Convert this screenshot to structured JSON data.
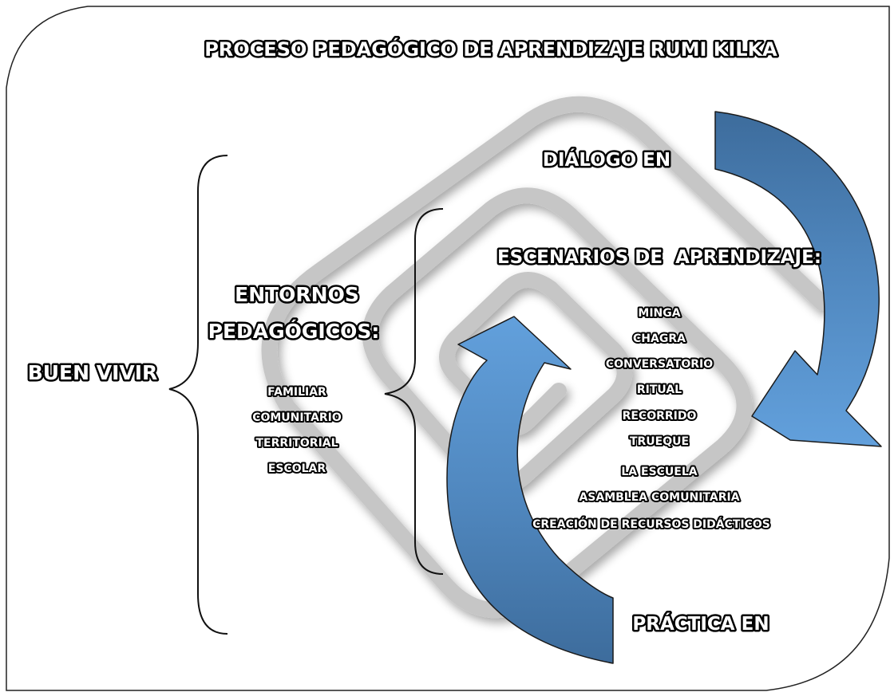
{
  "title": "PROCESO PEDAGÓGICO DE APRENDIZAJE RUMI KILKA",
  "buen_vivir": "BUEN VIVIR",
  "entornos": {
    "heading_line1": "ENTORNOS",
    "heading_line2": "PEDAGÓGICOS:",
    "items": [
      "FAMILIAR",
      "COMUNITARIO",
      "TERRITORIAL",
      "ESCOLAR"
    ]
  },
  "escenarios": {
    "heading": "ESCENARIOS DE  APRENDIZAJE:",
    "items": [
      "MINGA",
      "CHAGRA",
      "CONVERSATORIO",
      "RITUAL",
      "RECORRIDO",
      "TRUEQUE",
      "LA ESCUELA",
      "ASAMBLEA COMUNITARIA",
      "CREACIÓN DE RECURSOS DIDÁCTICOS"
    ]
  },
  "dialogo_label": "DIÁLOGO EN",
  "practica_label": "PRÁCTICA EN",
  "colors": {
    "arrow_light": "#5b9bd5",
    "arrow_dark": "#3f6f9f",
    "spiral": "#c8c8c8",
    "text_fill": "#ffffff",
    "text_outline": "#000000"
  }
}
